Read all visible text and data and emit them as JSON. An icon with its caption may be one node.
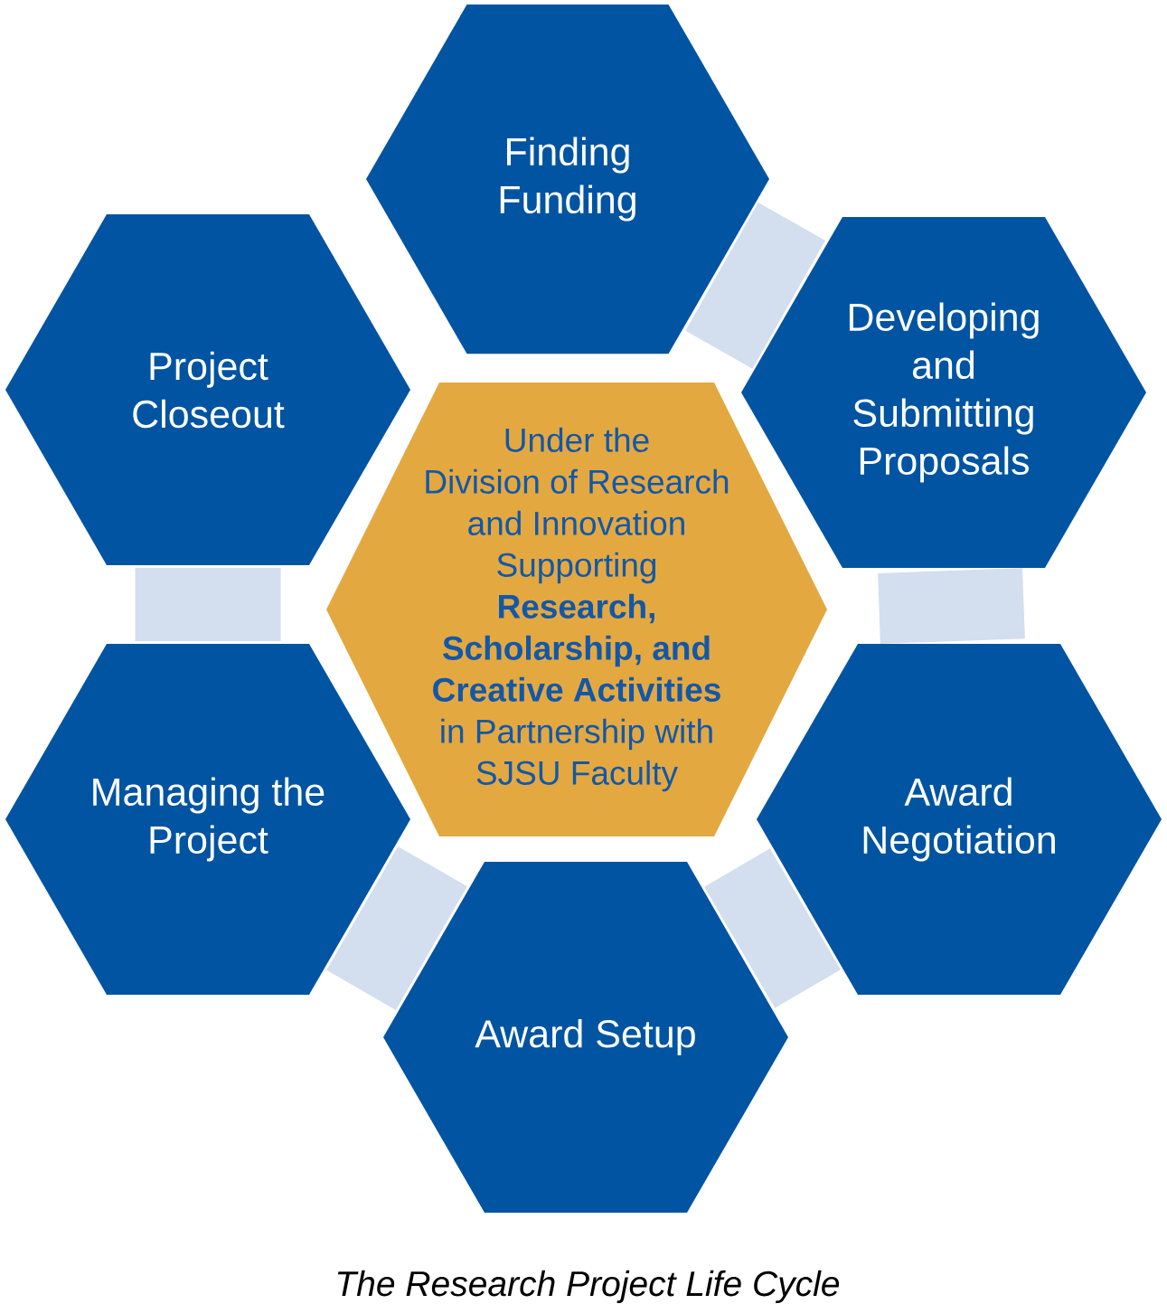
{
  "diagram": {
    "caption": "The Research Project Life Cycle",
    "nodes": [
      {
        "text": [
          "Finding Funding"
        ]
      },
      {
        "text": [
          "Developing and Submitting Proposals"
        ]
      },
      {
        "text": [
          "Award Negotiation"
        ]
      },
      {
        "text": [
          "Award Setup"
        ]
      },
      {
        "text": [
          "Managing the Project"
        ]
      },
      {
        "text": [
          "Project Closeout"
        ]
      },
      {
        "text": [
          "Under the Division of Research and Innovation Supporting **Research, Scholarship, and Creative Activities** in Partnership with SJSU Faculty"
        ]
      }
    ],
    "edges": [
      {
        "from": 0,
        "to": 1,
        "arrow": "none"
      },
      {
        "from": 1,
        "to": 2,
        "arrow": "none"
      },
      {
        "from": 2,
        "to": 3,
        "arrow": "none"
      },
      {
        "from": 3,
        "to": 4,
        "arrow": "none"
      },
      {
        "from": 4,
        "to": 5,
        "arrow": "none"
      }
    ]
  }
}
